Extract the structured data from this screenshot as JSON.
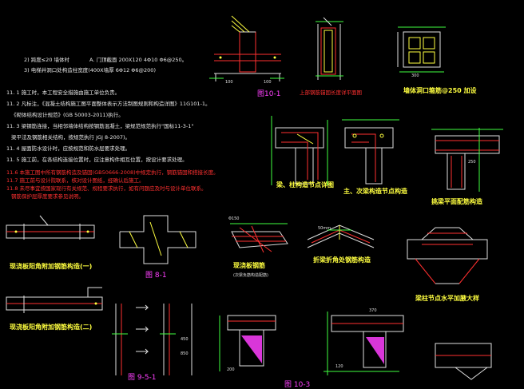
{
  "notes_top": [
    "2) 跨度≤20 墙体时",
    "A. 门顶截面 200X120 4Φ10 Φ6@250。",
    "3) 电梯井洞口处构造柱宽度(400X墙厚 6Φ12 Φ6@200)"
  ],
  "notes_white": [
    "11. 1 施工时，本工程安全措施由施工单位负责。",
    "11. 2 凡标注，《混凝土结构施工图平面整体表示方法制图规则和构造详图》11G101-1。",
    "《砌体结构设计规范》(GB 50003-2011)执行。",
    "11. 3 梁钢筋连接，当相邻墙体结构按钢筋混凝土，梁规范规范执行\"国标11-3-1\"",
    "梁平法及钢筋相关结构，按规范执行 JGJ 8-2007)。",
    "11. 4 屋面防水设计时，应按规范和防水层要求处理。",
    "11. 5 施工前，在各结构连接位置时，应注意构件相互位置，按设计要求处理。"
  ],
  "notes_red": [
    "11.6 本施工图中所有钢筋构造及锚固(GB50666-2008)中规定执行，钢筋锚固和搭接长度。",
    "11.7 施工前与设计院联系，核对设计图纸，经确认后施工。",
    "11.8 未尽事宜按国家现行有关规范、规程要求执行，如有问题应及时与设计单位联系。",
    "钢筋保护层厚度要求参见说明。"
  ],
  "captions": {
    "fig_10_1": "图10-1",
    "red_note_10_1": "上部钢筋锚固长度详平面图",
    "door_opening": "墙体洞口箍筋@250 加设",
    "beam_column": "梁、柱构造节点详图",
    "secondary_beam": "主、次梁构造节点构造",
    "cantilever": "挑梁平面配筋构造",
    "fig_8_1": "图 8-1",
    "slab_rebar": "现浇板钢筋",
    "slab_rebar_sub": "(次梁负筋构造配筋)",
    "folded_beam": "折梁折角处钢筋构造",
    "haunch_beam": "梁柱节点水平加腋大样",
    "slab_detail_1": "现浇板阳角附加钢筋构造(一)",
    "slab_detail_2": "现浇板阳角附加钢筋构造(二)",
    "fig_9_5_1": "图 9-5-1",
    "fig_10_3": "图 10-3"
  },
  "dims": {
    "d100a": "100",
    "d100b": "100",
    "d300": "300",
    "d250": "250",
    "d150": "Φ150",
    "d50": "50mm",
    "d200": "200",
    "d450": "450",
    "d850": "850",
    "d370": "370",
    "d120": "120"
  }
}
